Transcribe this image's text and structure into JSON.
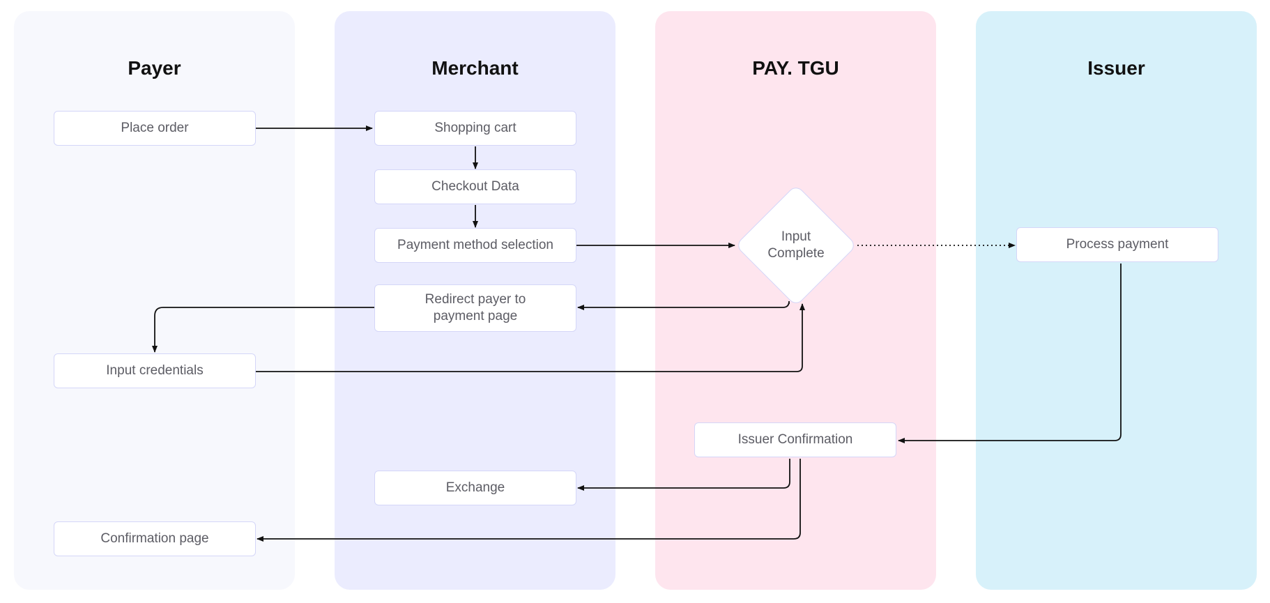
{
  "colors": {
    "lane_payer": "#f7f8fd",
    "lane_merchant": "#ebecfe",
    "lane_paytgu": "#fee5ee",
    "lane_issuer": "#d7f1fa",
    "node_border": "#d4d6f8",
    "edge": "#111111"
  },
  "lanes": [
    {
      "id": "payer",
      "title": "Payer"
    },
    {
      "id": "merchant",
      "title": "Merchant"
    },
    {
      "id": "paytgu",
      "title": "PAY. TGU"
    },
    {
      "id": "issuer",
      "title": "Issuer"
    }
  ],
  "nodes": {
    "place_order": "Place order",
    "shopping_cart": "Shopping cart",
    "checkout_data": "Checkout Data",
    "payment_method_selection": "Payment method selection",
    "redirect_payer": "Redirect payer to payment page",
    "input_credentials": "Input credentials",
    "input_complete": "Input\nComplete",
    "process_payment": "Process payment",
    "issuer_confirmation": "Issuer Confirmation",
    "exchange": "Exchange",
    "confirmation_page": "Confirmation page"
  },
  "edges": [
    {
      "from": "place_order",
      "to": "shopping_cart",
      "style": "solid"
    },
    {
      "from": "shopping_cart",
      "to": "checkout_data",
      "style": "solid"
    },
    {
      "from": "checkout_data",
      "to": "payment_method_selection",
      "style": "solid"
    },
    {
      "from": "payment_method_selection",
      "to": "input_complete",
      "style": "solid"
    },
    {
      "from": "input_complete",
      "to": "process_payment",
      "style": "dotted"
    },
    {
      "from": "input_complete",
      "to": "redirect_payer",
      "style": "solid"
    },
    {
      "from": "redirect_payer",
      "to": "input_credentials",
      "style": "solid"
    },
    {
      "from": "input_credentials",
      "to": "input_complete",
      "style": "solid"
    },
    {
      "from": "process_payment",
      "to": "issuer_confirmation",
      "style": "solid"
    },
    {
      "from": "issuer_confirmation",
      "to": "exchange",
      "style": "solid"
    },
    {
      "from": "issuer_confirmation",
      "to": "confirmation_page",
      "style": "solid"
    }
  ]
}
